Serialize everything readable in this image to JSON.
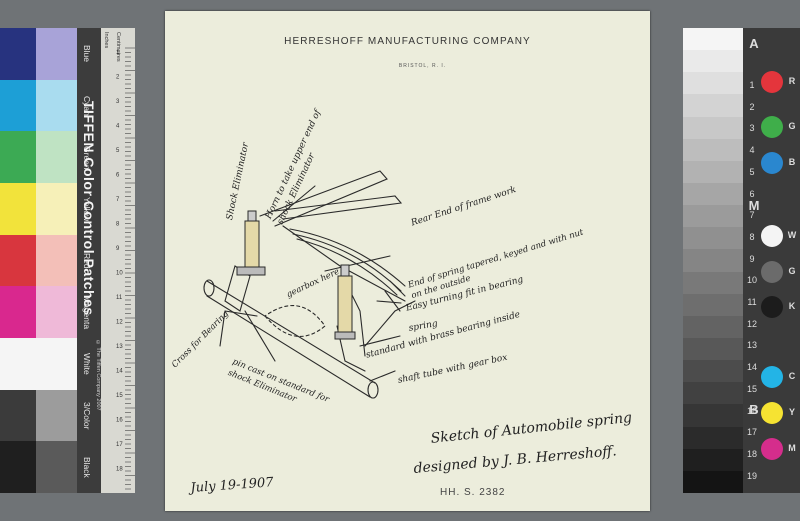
{
  "color_strip": {
    "title": "TIFFEN Color Control Patches",
    "copyright": "© The Tiffen Company 2007",
    "ruler_units": [
      "Inches",
      "Centimetres"
    ],
    "ruler_numbers": [
      "1",
      "2",
      "3",
      "4",
      "5",
      "6",
      "7",
      "8",
      "9",
      "10",
      "11",
      "12",
      "13",
      "14",
      "15",
      "16",
      "17",
      "18"
    ],
    "patches": [
      {
        "label": "Blue",
        "color": "#27337f",
        "tint": "#a8a3d8"
      },
      {
        "label": "Cyan",
        "color": "#1d9fd6",
        "tint": "#a9dcef"
      },
      {
        "label": "Green",
        "color": "#3caa54",
        "tint": "#bfe3c3"
      },
      {
        "label": "Yellow",
        "color": "#f2e33b",
        "tint": "#f6f0b8"
      },
      {
        "label": "Red",
        "color": "#d8363e",
        "tint": "#f3bfb8"
      },
      {
        "label": "Magenta",
        "color": "#d9288e",
        "tint": "#efb9d8"
      },
      {
        "label": "White",
        "color": "#f5f5f5",
        "tint": "#f5f5f5"
      },
      {
        "label": "3/Color",
        "color": "#3b3b3b",
        "tint": "#9c9c9c"
      },
      {
        "label": "Black",
        "color": "#1f1f1f",
        "tint": "#5a5a5a"
      }
    ]
  },
  "document": {
    "company": "HERRESHOFF MANUFACTURING COMPANY",
    "city": "BRISTOL, R. I.",
    "annotations": [
      "Shock Eliminator",
      "Horn to take upper end of shock Eliminator",
      "Rear End of frame work",
      "End of spring tapered, keyed and with nut on the outside",
      "Easy turning fit in bearing",
      "spring",
      "standard with brass bearing inside",
      "shaft tube with gear box",
      "gearbox here",
      "Cross for Bearing",
      "pin cast on standard for shock Eliminator"
    ],
    "caption_line1": "Sketch of Automobile spring",
    "caption_line2": "designed by J. B. Herreshoff.",
    "date": "July 19-1907",
    "stamp": "HH. S. 2382"
  },
  "gray_strip": {
    "letters": [
      "A",
      "M",
      "B"
    ],
    "numbers": [
      "1",
      "2",
      "3",
      "4",
      "5",
      "6",
      "7",
      "8",
      "9",
      "10",
      "11",
      "12",
      "13",
      "14",
      "15",
      "16",
      "17",
      "18",
      "19"
    ],
    "dots": [
      {
        "letter": "R",
        "color": "#e4353c"
      },
      {
        "letter": "G",
        "color": "#3fae4a"
      },
      {
        "letter": "B",
        "color": "#2a87cf"
      },
      {
        "letter": "W",
        "color": "#f4f4f4"
      },
      {
        "letter": "G",
        "color": "#6b6b6b"
      },
      {
        "letter": "K",
        "color": "#1c1c1c"
      },
      {
        "letter": "C",
        "color": "#23b4e6"
      },
      {
        "letter": "Y",
        "color": "#f6e332"
      },
      {
        "letter": "M",
        "color": "#d52d8c"
      }
    ]
  }
}
